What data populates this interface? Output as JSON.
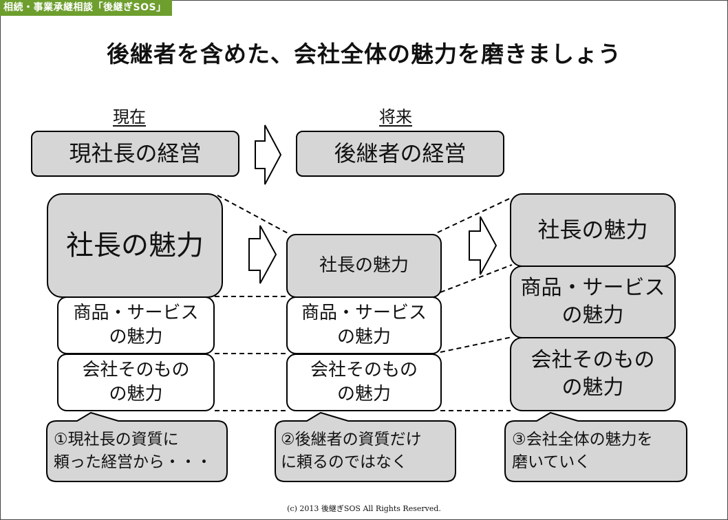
{
  "header_tag": "相続・事業承継相談「後継ぎSOS」",
  "title": "後継者を含めた、会社全体の魅力を磨きましょう",
  "columns": {
    "current": "現在",
    "future": "将来"
  },
  "management": {
    "current": "現社長の経営",
    "future": "後継者の経営"
  },
  "col1": {
    "president": "社長の魅力",
    "product_line1": "商品・サービス",
    "product_line2": "の魅力",
    "company_line1": "会社そのもの",
    "company_line2": "の魅力",
    "callout_line1": "①現社長の資質に",
    "callout_line2": "頼った経営から・・・"
  },
  "col2": {
    "president": "社長の魅力",
    "product_line1": "商品・サービス",
    "product_line2": "の魅力",
    "company_line1": "会社そのもの",
    "company_line2": "の魅力",
    "callout_line1": "②後継者の資質だけ",
    "callout_line2": "に頼るのではなく"
  },
  "col3": {
    "president": "社長の魅力",
    "product_line1": "商品・サービス",
    "product_line2": "の魅力",
    "company_line1": "会社そのもの",
    "company_line2": "の魅力",
    "callout_line1": "③会社全体の魅力を",
    "callout_line2": "磨いていく"
  },
  "copyright": "(c) 2013 後継ぎSOS All Rights Reserved.",
  "colors": {
    "tag_green": "#6d9e2e",
    "box_grey": "#d6d6d6"
  }
}
